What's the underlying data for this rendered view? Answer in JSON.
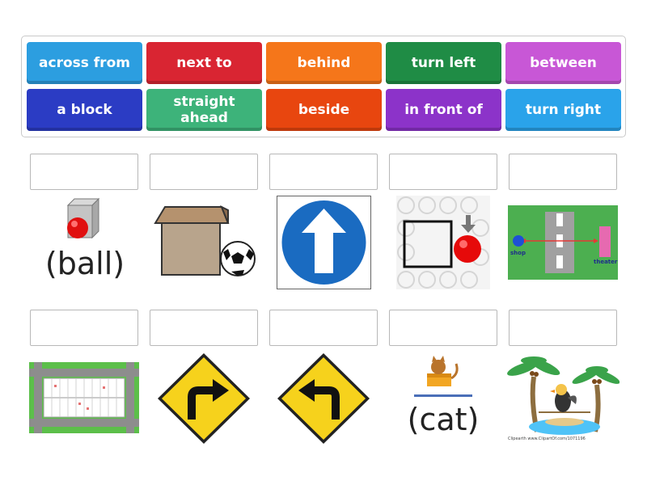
{
  "word_bank": {
    "tiles": [
      {
        "label": "across from",
        "color": "#2c9ee0"
      },
      {
        "label": "next to",
        "color": "#d92532"
      },
      {
        "label": "behind",
        "color": "#f5761a"
      },
      {
        "label": "turn left",
        "color": "#1f8c45"
      },
      {
        "label": "between",
        "color": "#c857d6"
      },
      {
        "label": "a block",
        "color": "#2b3cc4"
      },
      {
        "label": "straight ahead",
        "color": "#3db37a"
      },
      {
        "label": "beside",
        "color": "#e8460f"
      },
      {
        "label": "in front of",
        "color": "#8c33c9"
      },
      {
        "label": "turn right",
        "color": "#2aa3ea"
      }
    ]
  },
  "pictures": {
    "ball_caption": "(ball)",
    "cat_caption": "(cat)",
    "shop_label": "shop",
    "theater_label": "theater",
    "credit_text": "Clipearth   www.ClipartOf.com/1071196"
  },
  "icons": [
    "ball-on-box-icon",
    "box-ball-icon",
    "straight-arrow-sign-icon",
    "box-ball-in-front-icon",
    "shop-theater-map-icon",
    "city-block-map-icon",
    "turn-right-sign-icon",
    "turn-left-sign-icon",
    "cat-on-box-icon",
    "bird-palm-trees-icon"
  ]
}
